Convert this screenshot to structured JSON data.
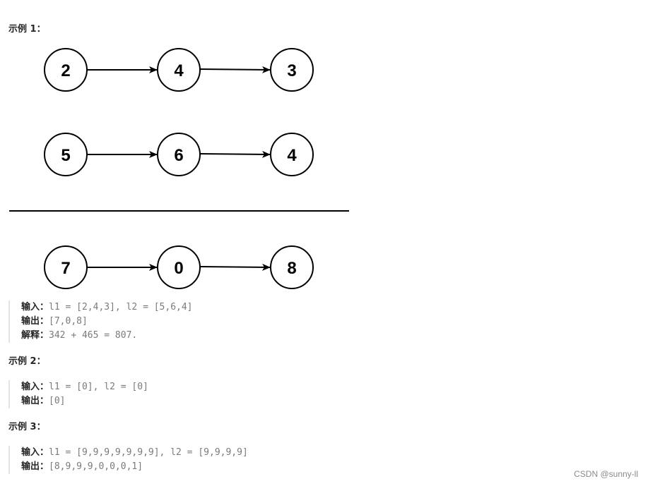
{
  "example1": {
    "heading": "示例 1：",
    "diagram": {
      "list1": [
        "2",
        "4",
        "3"
      ],
      "list2": [
        "5",
        "6",
        "4"
      ],
      "result": [
        "7",
        "0",
        "8"
      ]
    },
    "lines": [
      {
        "key": "输入：",
        "value": "l1 = [2,4,3], l2 = [5,6,4]"
      },
      {
        "key": "输出：",
        "value": "[7,0,8]"
      },
      {
        "key": "解释：",
        "value": "342 + 465 = 807."
      }
    ]
  },
  "example2": {
    "heading": "示例 2：",
    "lines": [
      {
        "key": "输入：",
        "value": "l1 = [0], l2 = [0]"
      },
      {
        "key": "输出：",
        "value": "[0]"
      }
    ]
  },
  "example3": {
    "heading": "示例 3：",
    "lines": [
      {
        "key": "输入：",
        "value": "l1 = [9,9,9,9,9,9,9], l2 = [9,9,9,9]"
      },
      {
        "key": "输出：",
        "value": "[8,9,9,9,0,0,0,1]"
      }
    ]
  },
  "watermark": "CSDN @sunny-ll"
}
